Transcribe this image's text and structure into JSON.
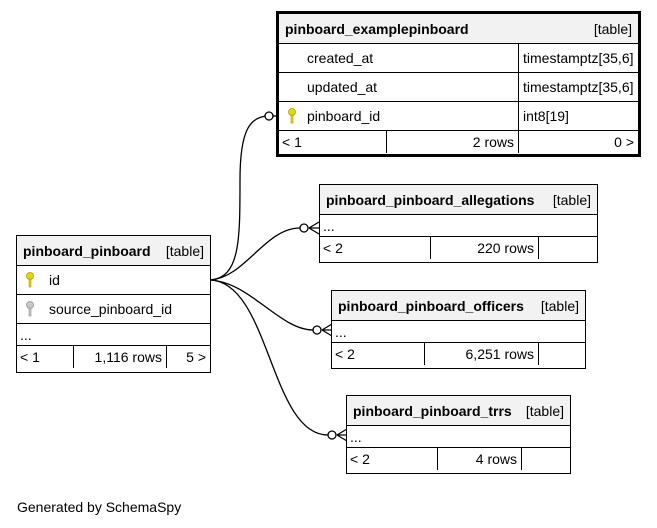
{
  "diagram": {
    "footer": "Generated by SchemaSpy",
    "tables": {
      "examplepinboard": {
        "name": "pinboard_examplepinboard",
        "kind": "[table]",
        "columns": [
          {
            "name": "created_at",
            "type": "timestamptz[35,6]",
            "key": false
          },
          {
            "name": "updated_at",
            "type": "timestamptz[35,6]",
            "key": false
          },
          {
            "name": "pinboard_id",
            "type": "int8[19]",
            "key": true
          }
        ],
        "stats": {
          "parents": "< 1",
          "rows": "2 rows",
          "children": "0 >"
        }
      },
      "pinboard": {
        "name": "pinboard_pinboard",
        "kind": "[table]",
        "columns": [
          {
            "name": "id",
            "key": "primary"
          },
          {
            "name": "source_pinboard_id",
            "key": "foreign"
          }
        ],
        "ellipsis": "...",
        "stats": {
          "parents": "< 1",
          "rows": "1,116 rows",
          "children": "5 >"
        }
      },
      "allegations": {
        "name": "pinboard_pinboard_allegations",
        "kind": "[table]",
        "ellipsis": "...",
        "stats": {
          "parents": "< 2",
          "rows": "220 rows",
          "children": ""
        }
      },
      "officers": {
        "name": "pinboard_pinboard_officers",
        "kind": "[table]",
        "ellipsis": "...",
        "stats": {
          "parents": "< 2",
          "rows": "6,251 rows",
          "children": ""
        }
      },
      "trrs": {
        "name": "pinboard_pinboard_trrs",
        "kind": "[table]",
        "ellipsis": "...",
        "stats": {
          "parents": "< 2",
          "rows": "4 rows",
          "children": ""
        }
      }
    },
    "colors": {
      "header_bg": "#f2f2f2",
      "primary_key": "#e6d800",
      "foreign_key": "#b0b0b0",
      "line": "#000000"
    }
  }
}
